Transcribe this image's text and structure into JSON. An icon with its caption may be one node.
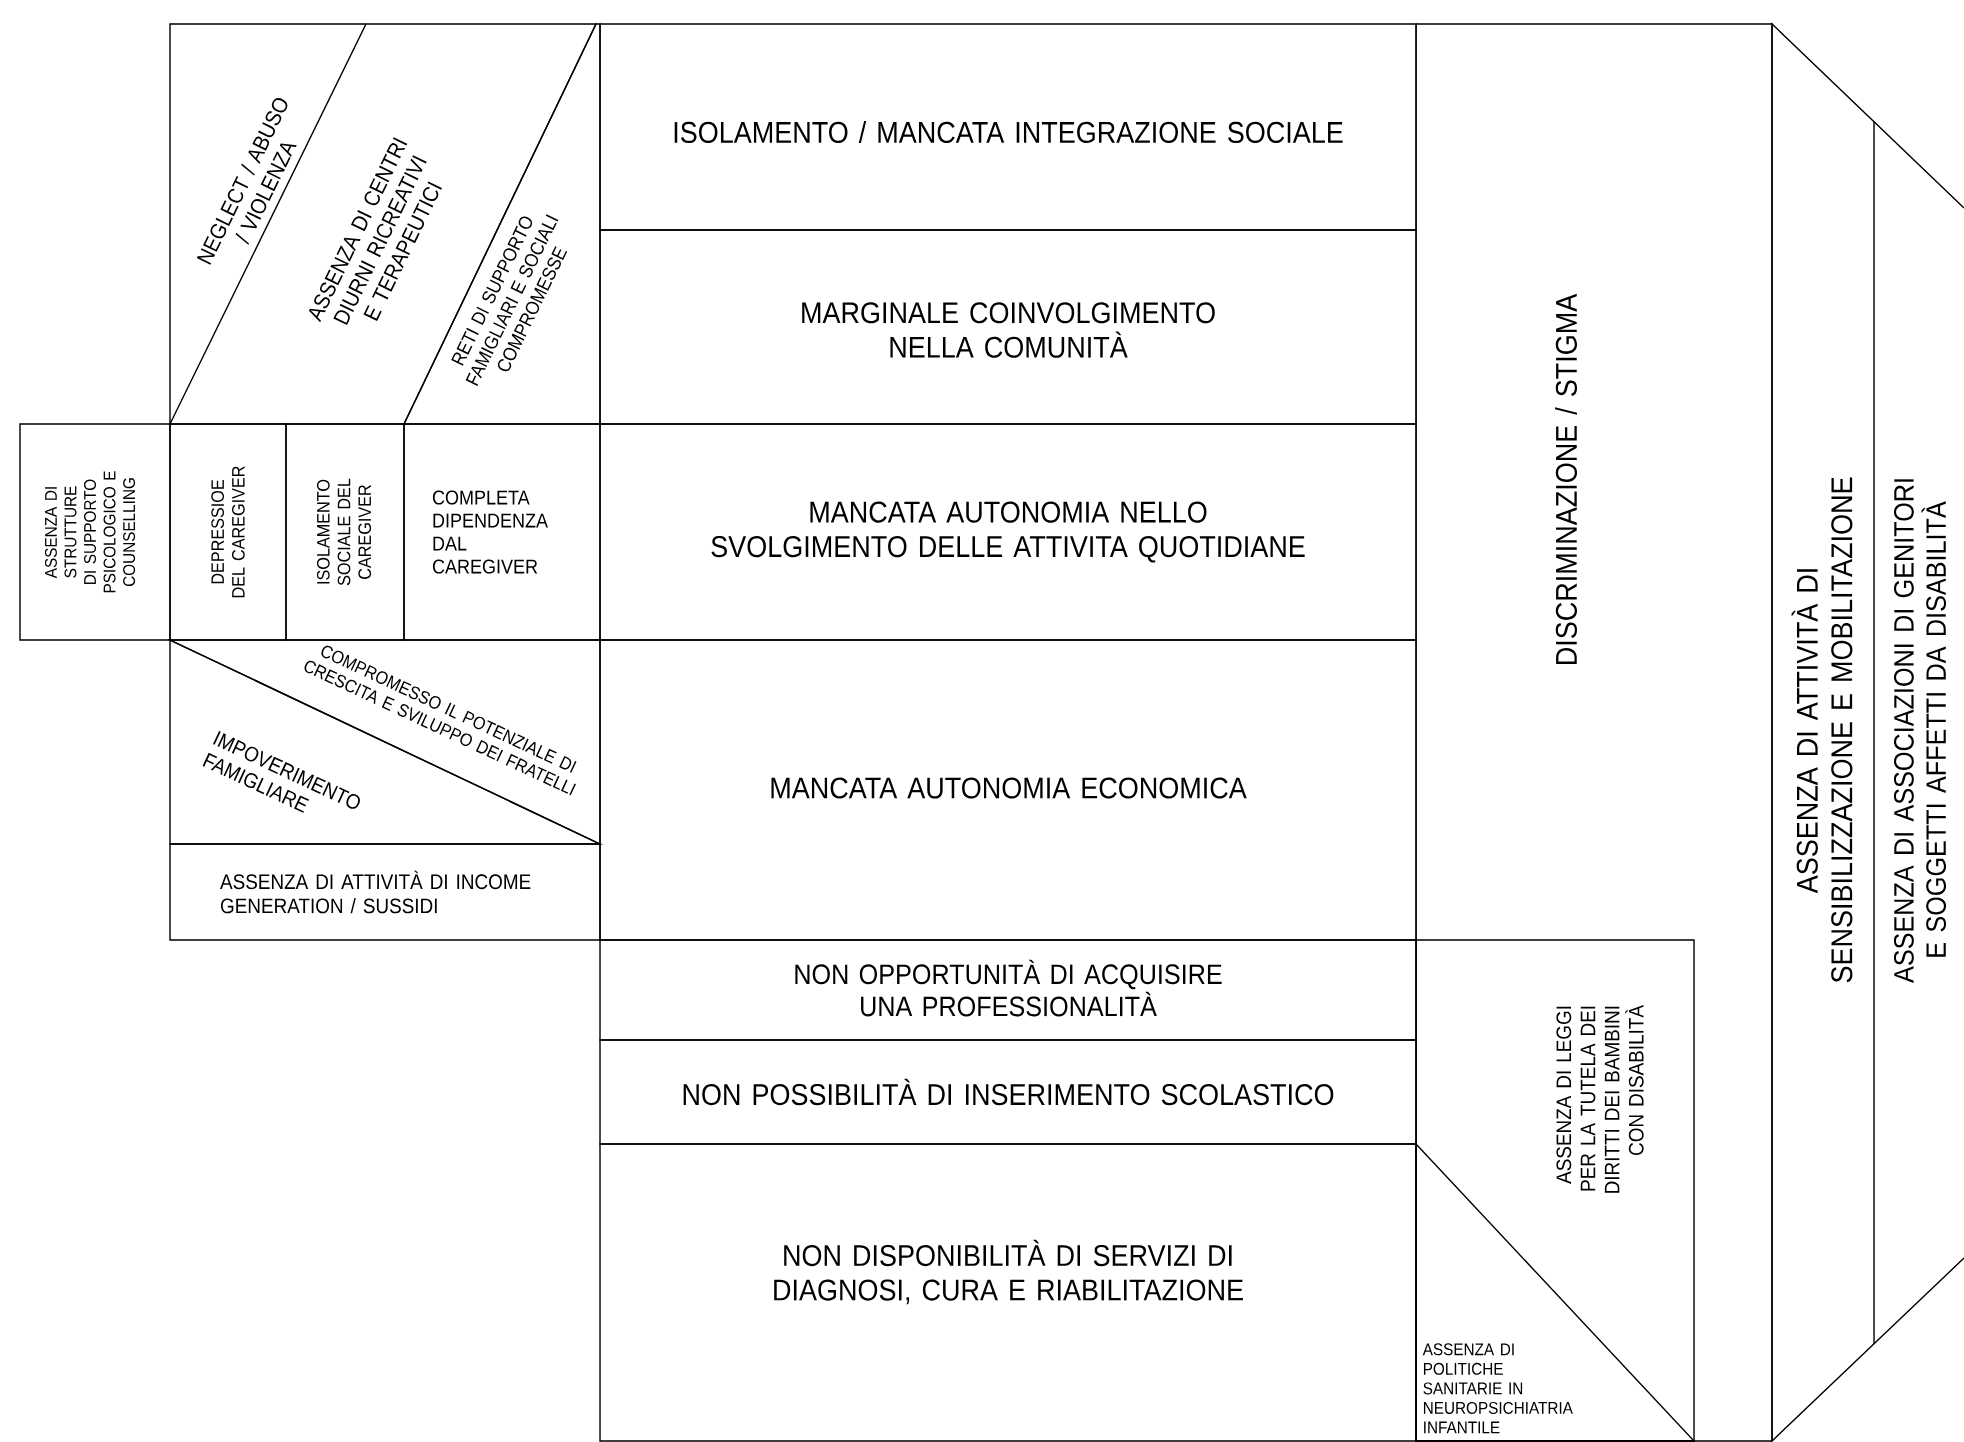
{
  "diagram": {
    "nodes": [
      {
        "text": [
          "NEGLECT / ABUSO / VIOLENZA",
          "ASSENZA DI CENTRI DIURNI RICREATIVI E TERAPEUTICI"
        ]
      },
      {
        "text": [
          "RETI DI SUPPORTO FAMIGLIARI E SOCIALI COMPROMESSE"
        ]
      },
      {
        "text": [
          "ASSENZA DI STRUTTURE DI SUPPORTO PSICOLOGICO E COUNSELLING"
        ]
      },
      {
        "text": [
          "DEPRESSIOE DEL CAREGIVER"
        ]
      },
      {
        "text": [
          "ISOLAMENTO SOCIALE DEL CAREGIVER"
        ]
      },
      {
        "text": [
          "COMPLETA DIPENDENZA DAL CAREGIVER"
        ]
      },
      {
        "text": [
          "COMPROMESSO IL POTENZIALE DI CRESCITA E SVILUPPO DEI FRATELLI"
        ]
      },
      {
        "text": [
          "IMPOVERIMENTO FAMIGLIARE"
        ]
      },
      {
        "text": [
          "ASSENZA DI ATTIVITÀ DI INCOME GENERATION / SUSSIDI"
        ]
      },
      {
        "text": [
          "ISOLAMENTO / MANCATA INTEGRAZIONE SOCIALE"
        ]
      },
      {
        "text": [
          "MARGINALE COINVOLGIMENTO NELLA COMUNITÀ"
        ]
      },
      {
        "text": [
          "MANCATA AUTONOMIA NELLO SVOLGIMENTO DELLE ATTIVITA QUOTIDIANE"
        ]
      },
      {
        "text": [
          "MANCATA AUTONOMIA ECONOMICA"
        ]
      },
      {
        "text": [
          "NON OPPORTUNITÀ DI ACQUISIRE UNA PROFESSIONALITÀ"
        ]
      },
      {
        "text": [
          "NON POSSIBILITÀ DI INSERIMENTO SCOLASTICO"
        ]
      },
      {
        "text": [
          "NON DISPONIBILITÀ DI SERVIZI DI DIAGNOSI, CURA E RIABILITAZIONE"
        ]
      },
      {
        "text": [
          "DISCRIMINAZIONE / STIGMA"
        ]
      },
      {
        "text": [
          "ASSENZA DI LEGGI PER LA TUTELA DEI DIRITTI DEI BAMBINI CON DISABILITÀ"
        ],
        "in": 16
      },
      {
        "text": [
          "ASSENZA DI POLITICHE SANITARIE IN NEUROPSICHIATRIA INFANTILE"
        ],
        "in": 17
      },
      {
        "text": [
          "ASSENZA DI ATTIVITÀ DI SENSIBILIZZAZIONE E MOBILITAZIONE"
        ]
      },
      {
        "text": [
          "ASSENZA DI ASSOCIAZIONI DI GENITORI E SOGGETTI AFFETTI DA DISABILITÀ"
        ]
      }
    ]
  }
}
